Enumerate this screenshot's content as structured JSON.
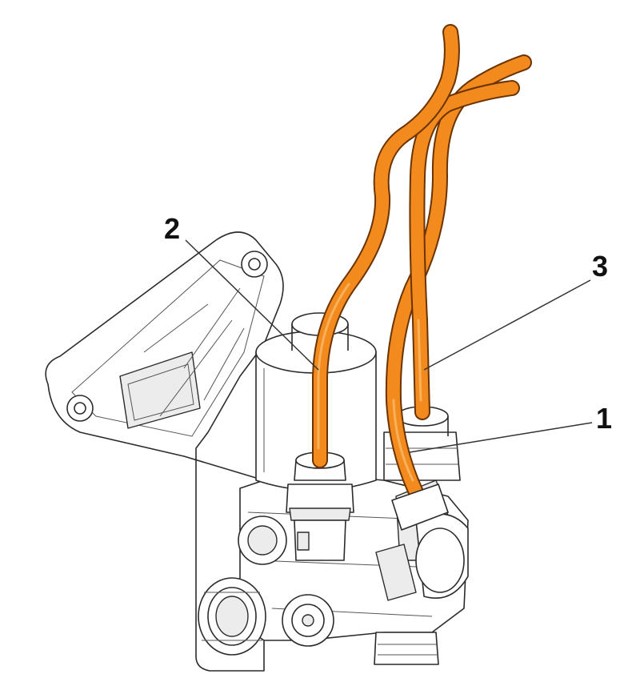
{
  "figure": {
    "callouts": [
      {
        "id": "callout-1",
        "label": "1"
      },
      {
        "id": "callout-2",
        "label": "2"
      },
      {
        "id": "callout-3",
        "label": "3"
      }
    ],
    "colors": {
      "hose": "#f28a1e",
      "hose_edge": "#6b3300",
      "line_art": "#2b2b2b",
      "background": "#ffffff"
    }
  }
}
